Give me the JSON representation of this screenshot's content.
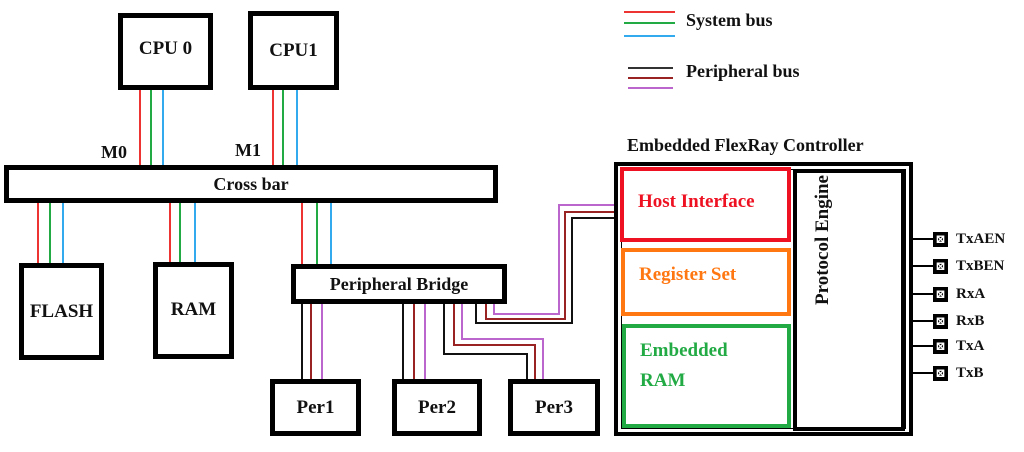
{
  "legend": {
    "system_bus": {
      "label": "System bus",
      "colors": [
        "#ee3333",
        "#22aa44",
        "#33aaee"
      ]
    },
    "peripheral_bus": {
      "label": "Peripheral bus",
      "colors": [
        "#333333",
        "#992222",
        "#bb66cc"
      ]
    }
  },
  "blocks": {
    "cpu0": "CPU 0",
    "cpu1": "CPU1",
    "m0": "M0",
    "m1": "M1",
    "crossbar": "Cross bar",
    "flash": "FLASH",
    "ram": "RAM",
    "bridge": "Peripheral Bridge",
    "per1": "Per1",
    "per2": "Per2",
    "per3": "Per3"
  },
  "controller": {
    "title": "Embedded FlexRay Controller",
    "host_interface": {
      "label": "Host Interface",
      "color": "#ee1122"
    },
    "register_set": {
      "label": "Register Set",
      "color": "#ff7711"
    },
    "embedded_ram": {
      "label_line1": "Embedded",
      "label_line2": "RAM",
      "color": "#22aa44"
    },
    "protocol_engine": "Protocol Engine",
    "pins": [
      {
        "label": "TxAEN",
        "icon": "x-box-icon"
      },
      {
        "label": "TxBEN",
        "icon": "x-box-icon"
      },
      {
        "label": "RxA",
        "icon": "x-box-icon"
      },
      {
        "label": "RxB",
        "icon": "x-box-icon"
      },
      {
        "label": "TxA",
        "icon": "x-box-icon"
      },
      {
        "label": "TxB",
        "icon": "x-box-icon"
      }
    ],
    "pin_glyph": "⊠"
  }
}
